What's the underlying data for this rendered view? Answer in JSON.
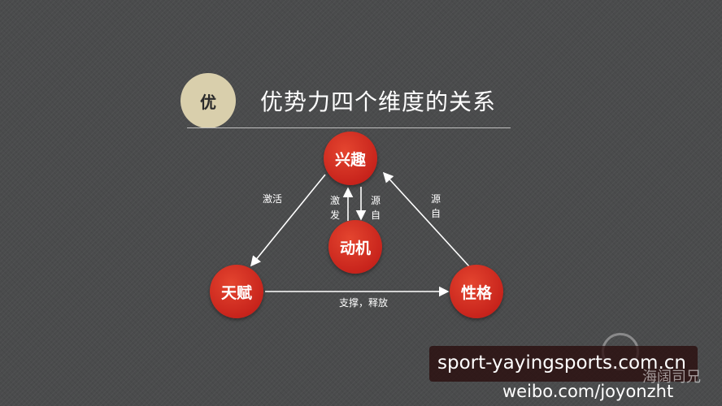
{
  "header": {
    "badge": "优",
    "title": "优势力四个维度的关系"
  },
  "nodes": {
    "interest": "兴趣",
    "motivation": "动机",
    "talent": "天赋",
    "character": "性格"
  },
  "edges": {
    "interest_to_talent": "激活",
    "interest_to_motivation": "激发",
    "motivation_to_interest": "源自",
    "character_to_interest": "源自",
    "talent_to_character": "支撑，释放"
  },
  "watermark": {
    "site": "sport-yayingsports.com.cn",
    "weibo": "weibo.com/joyonzht",
    "handle": "海阔司兄"
  },
  "colors": {
    "node_fill": "#c8241c",
    "badge_fill": "#d9cfac",
    "background": "#4a4b4c"
  }
}
